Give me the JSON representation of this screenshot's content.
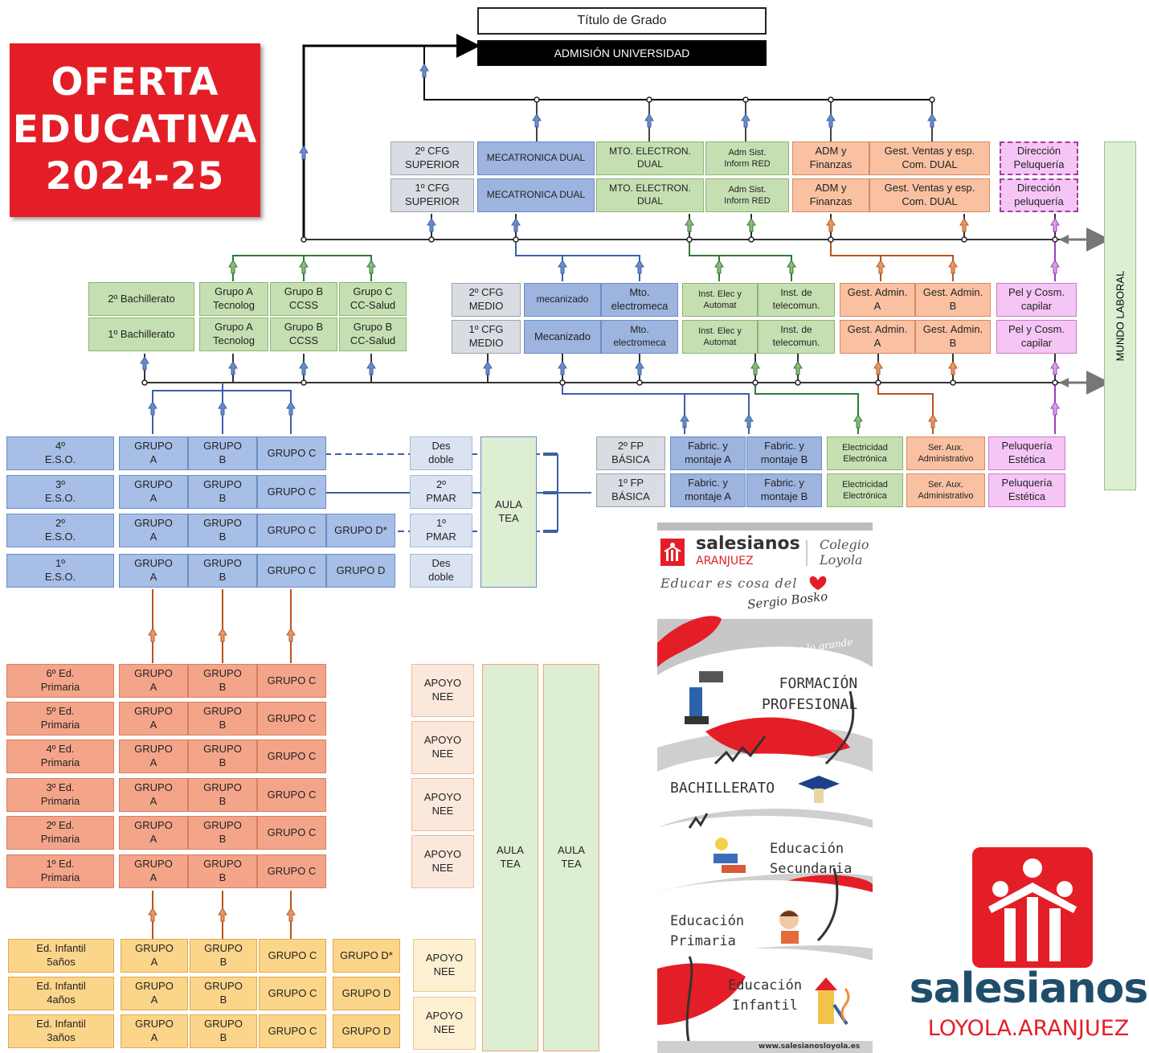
{
  "title": {
    "text": "OFERTA\nEDUCATIVA\n2024-25"
  },
  "top": {
    "titulo": "Título de Grado",
    "admision": "ADMISIÓN UNIVERSIDAD"
  },
  "mundo_laboral": "MUNDO LABORAL",
  "cfg_superior": {
    "row2": [
      "2º CFG\nSUPERIOR",
      "MECATRONICA DUAL",
      "MTO. ELECTRON. DUAL",
      "Adm Sist.\nInform RED",
      "ADM y\nFinanzas",
      "Gest. Ventas y esp.\nCom. DUAL",
      "Dirección\nPeluquería"
    ],
    "row1": [
      "1º CFG\nSUPERIOR",
      "MECATRONICA DUAL",
      "MTO. ELECTRON. DUAL",
      "Adm Sist.\nInform RED",
      "ADM y\nFinanzas",
      "Gest. Ventas y esp.\nCom. DUAL",
      "Dirección\npeluquería"
    ]
  },
  "bachillerato": {
    "row2": [
      "2º Bachillerato",
      "Grupo A\nTecnolog",
      "Grupo B\nCCSS",
      "Grupo C\nCC-Salud"
    ],
    "row1": [
      "1º Bachillerato",
      "Grupo A\nTecnolog",
      "Grupo B\nCCSS",
      "Grupo B\nCC-Salud"
    ]
  },
  "cfg_medio": {
    "row2": [
      "2º CFG\nMEDIO",
      "mecanizado",
      "Mto.\nelectromeca",
      "Inst. Elec y\nAutomat",
      "Inst. de\ntelecomun.",
      "Gest. Admin.\nA",
      "Gest. Admin.\nB",
      "Pel y Cosm.\ncapilar"
    ],
    "row1": [
      "1º CFG\nMEDIO",
      "Mecanizado",
      "Mto.\nelectromeca",
      "Inst. Elec y\nAutomat",
      "Inst. de\ntelecomun.",
      "Gest. Admin.\nA",
      "Gest. Admin.\nB",
      "Pel y Cosm.\ncapilar"
    ]
  },
  "fp_basica": {
    "row2": [
      "2º FP\nBÁSICA",
      "Fabric. y\nmontaje A",
      "Fabric. y\nmontaje B",
      "Electricidad\nElectrónica",
      "Ser. Aux.\nAdministrativo",
      "Peluquería\nEstética"
    ],
    "row1": [
      "1º FP\nBÁSICA",
      "Fabric. y\nmontaje A",
      "Fabric. y\nmontaje B",
      "Electricidad\nElectrónica",
      "Ser. Aux.\nAdministrativo",
      "Peluquería\nEstética"
    ]
  },
  "eso": {
    "rows": [
      {
        "label": "4º\nE.S.O.",
        "groups": [
          "GRUPO\nA",
          "GRUPO\nB",
          "GRUPO C"
        ],
        "side": "Des\ndoble"
      },
      {
        "label": "3º\nE.S.O.",
        "groups": [
          "GRUPO\nA",
          "GRUPO\nB",
          "GRUPO C"
        ],
        "side": "2º\nPMAR"
      },
      {
        "label": "2º\nE.S.O.",
        "groups": [
          "GRUPO\nA",
          "GRUPO\nB",
          "GRUPO C",
          "GRUPO D*"
        ],
        "side": "1º\nPMAR"
      },
      {
        "label": "1º\nE.S.O.",
        "groups": [
          "GRUPO\nA",
          "GRUPO\nB",
          "GRUPO C",
          "GRUPO D"
        ],
        "side": "Des\ndoble"
      }
    ],
    "aula": "AULA\nTEA"
  },
  "primaria": {
    "rows": [
      {
        "label": "6º Ed.\nPrimaria",
        "groups": [
          "GRUPO\nA",
          "GRUPO\nB",
          "GRUPO C"
        ]
      },
      {
        "label": "5º Ed.\nPrimaria",
        "groups": [
          "GRUPO\nA",
          "GRUPO\nB",
          "GRUPO C"
        ]
      },
      {
        "label": "4º Ed.\nPrimaria",
        "groups": [
          "GRUPO\nA",
          "GRUPO\nB",
          "GRUPO C"
        ]
      },
      {
        "label": "3º Ed.\nPrimaria",
        "groups": [
          "GRUPO\nA",
          "GRUPO\nB",
          "GRUPO C"
        ]
      },
      {
        "label": "2º Ed.\nPrimaria",
        "groups": [
          "GRUPO\nA",
          "GRUPO\nB",
          "GRUPO C"
        ]
      },
      {
        "label": "1º Ed.\nPrimaria",
        "groups": [
          "GRUPO\nA",
          "GRUPO\nB",
          "GRUPO C"
        ]
      }
    ],
    "apoyo": [
      "APOYO\nNEE",
      "APOYO\nNEE",
      "APOYO\nNEE",
      "APOYO\nNEE"
    ],
    "aula": [
      "AULA\nTEA",
      "AULA\nTEA"
    ]
  },
  "infantil": {
    "rows": [
      {
        "label": "Ed. Infantil\n5años",
        "groups": [
          "GRUPO\nA",
          "GRUPO\nB",
          "GRUPO C",
          "GRUPO D*"
        ]
      },
      {
        "label": "Ed. Infantil\n4años",
        "groups": [
          "GRUPO\nA",
          "GRUPO\nB",
          "GRUPO C",
          "GRUPO D"
        ]
      },
      {
        "label": "Ed. Infantil\n3años",
        "groups": [
          "GRUPO\nA",
          "GRUPO\nB",
          "GRUPO C",
          "GRUPO D"
        ]
      }
    ],
    "apoyo": [
      "APOYO\nNEE",
      "APOYO\nNEE"
    ]
  },
  "poster": {
    "brand": "salesianos",
    "brand_sub": "ARANJUEZ",
    "colegio": "Colegio\nLoyola",
    "motto": "Educar es cosa del",
    "signature": "Sergio Bosko",
    "handwriting": "Siempre a lo grande",
    "stages": [
      "FORMACIÓN\nPROFESIONAL",
      "BACHILLERATO",
      "Educación\nSecundaria",
      "Educación\nPrimaria",
      "Educación\nInfantil"
    ],
    "url": "www.salesianosloyola.es"
  },
  "logo": {
    "word": "salesianos",
    "sub": "LOYOLA.ARANJUEZ"
  },
  "colors": {
    "red": "#e41e26",
    "navy": "#1f4e6b",
    "green": "#c6dfb2",
    "blue": "#a7bee6",
    "orange": "#f9c1a2",
    "yellow": "#fbd58a",
    "pink": "#f5c6f5"
  }
}
